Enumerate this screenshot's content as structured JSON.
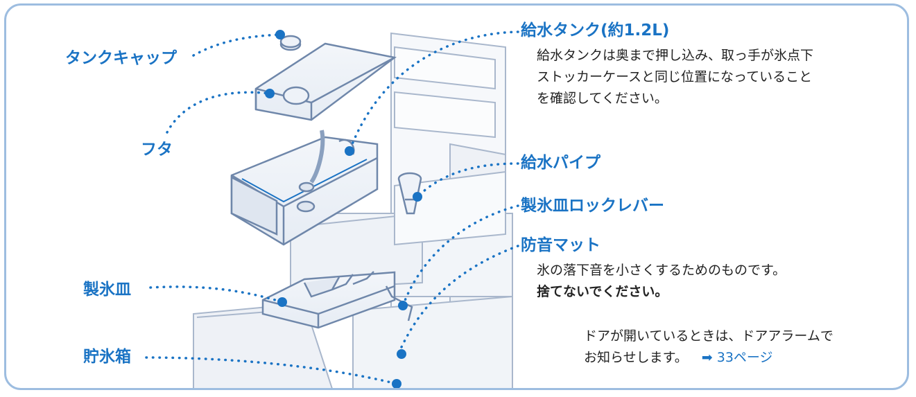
{
  "labels": {
    "tank_cap": "タンクキャップ",
    "lid": "フタ",
    "tray": "製氷皿",
    "storage_box": "貯氷箱",
    "water_tank": "給水タンク(約1.2L)",
    "water_pipe": "給水パイプ",
    "tray_lock_lever": "製氷皿ロックレバー",
    "mat": "防音マット"
  },
  "descriptions": {
    "water_tank": [
      "給水タンクは奥まで押し込み、取っ手が氷点下",
      "ストッカーケースと同じ位置になっていること",
      "を確認してください。"
    ],
    "mat_line1": "氷の落下音を小さくするためのものです。",
    "mat_line2": "捨てないでください。"
  },
  "note": {
    "line1": "ドアが開いているときは、ドアアラームで",
    "line2_text": "お知らせします。",
    "link_arrow": "➡",
    "link_text": "33ページ"
  },
  "colors": {
    "accent": "#1a73c4",
    "frame": "#9dbde0",
    "illustration_stroke": "#6f87aa",
    "illustration_fill": "#eef2f8"
  }
}
